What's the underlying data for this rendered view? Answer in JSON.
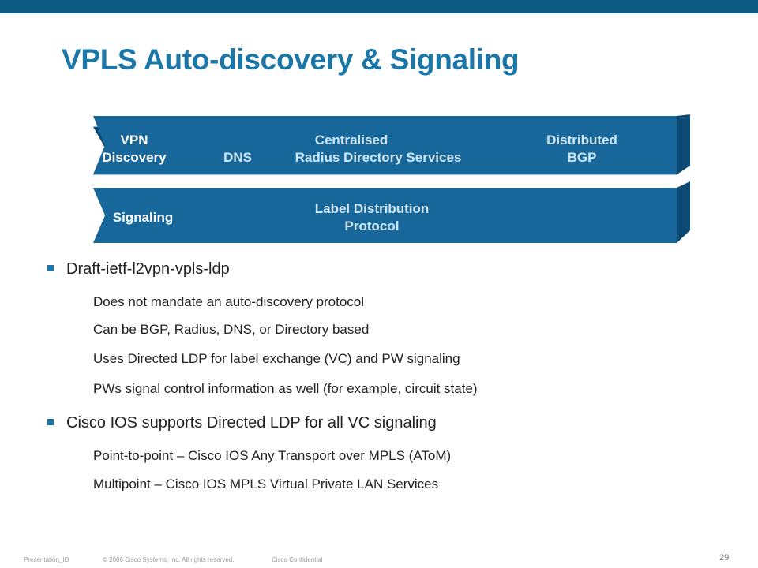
{
  "slide": {
    "title": "VPLS Auto-discovery & Signaling"
  },
  "diagram": {
    "discovery_band": {
      "label_line1": "VPN",
      "label_line2": "Discovery",
      "dns": "DNS",
      "centralised_line1": "Centralised",
      "centralised_line2": "Radius Directory Services",
      "distributed_line1": "Distributed",
      "distributed_line2": "BGP"
    },
    "signaling_band": {
      "label": "Signaling",
      "protocol_line1": "Label Distribution",
      "protocol_line2": "Protocol"
    }
  },
  "bullets": [
    {
      "text": "Draft-ietf-l2vpn-vpls-ldp",
      "subs": [
        "Does not mandate an auto-discovery protocol",
        "Can be BGP, Radius, DNS, or Directory based",
        "Uses Directed LDP for label exchange (VC) and PW signaling",
        "PWs signal control information as well (for example, circuit state)"
      ]
    },
    {
      "text": "Cisco IOS supports Directed LDP for all VC signaling",
      "subs": [
        "Point-to-point – Cisco IOS Any Transport over MPLS (AToM)",
        "Multipoint – Cisco IOS MPLS Virtual Private LAN Services"
      ]
    }
  ],
  "footer": {
    "presentation_id": "Presentation_ID",
    "copyright": "© 2006 Cisco Systems, Inc. All rights reserved.",
    "confidential": "Cisco Confidential",
    "page_number": "29"
  },
  "colors": {
    "band_fill": "#17679b",
    "band_edge": "#0d4a73",
    "title": "#1a77a8",
    "top_bar": "#0c5a82"
  }
}
